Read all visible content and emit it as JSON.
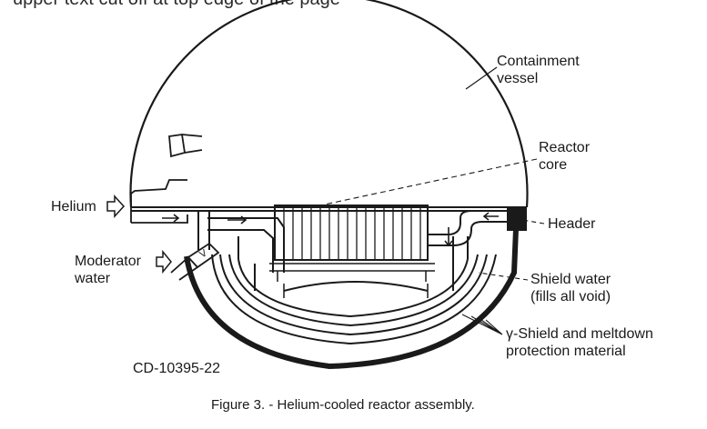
{
  "top_line_text": "upper text cut off at top edge of the page",
  "labels": {
    "containment_vessel_1": "Containment",
    "containment_vessel_2": "vessel",
    "reactor_core_1": "Reactor",
    "reactor_core_2": "core",
    "header": "Header",
    "helium": "Helium",
    "moderator_water_1": "Moderator",
    "moderator_water_2": "water",
    "shield_water_1": "Shield water",
    "shield_water_2": "(fills all void)",
    "gamma_shield_1": "γ-Shield and meltdown",
    "gamma_shield_2": "protection material",
    "drawing_number": "CD-10395-22"
  },
  "caption": "Figure 3. - Helium-cooled reactor assembly.",
  "colors": {
    "ink": "#1a1a1a",
    "background": "#ffffff"
  }
}
